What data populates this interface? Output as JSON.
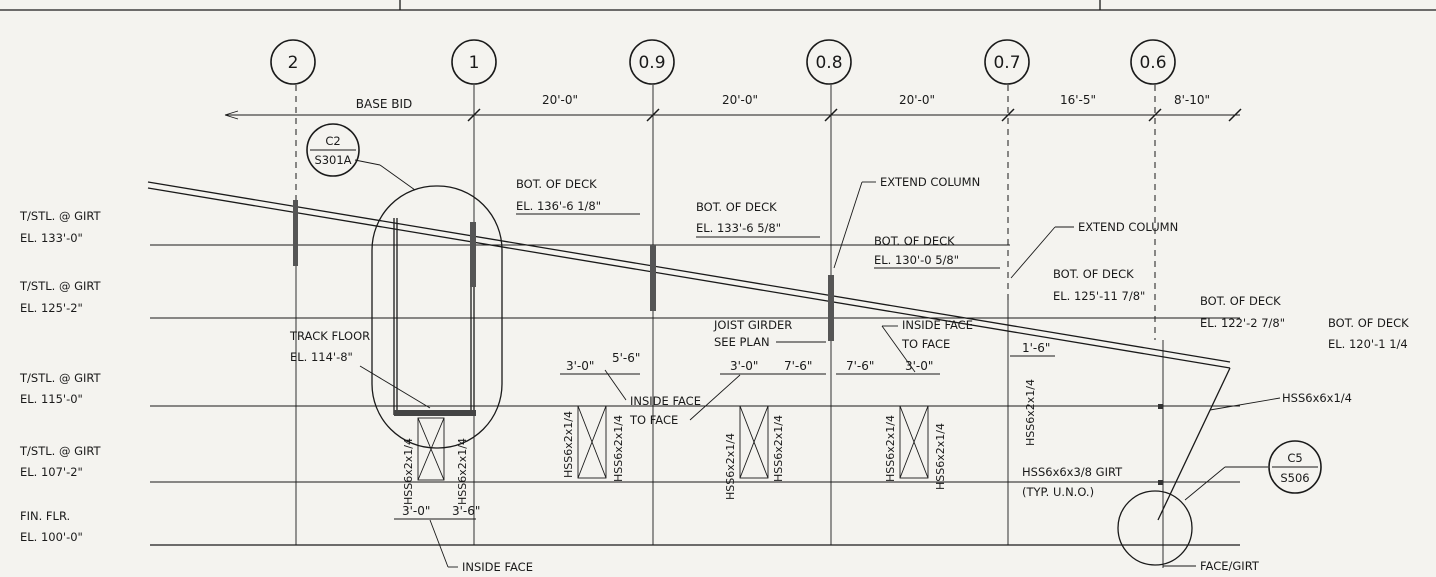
{
  "grid_lines": [
    {
      "id": "2",
      "label": "2"
    },
    {
      "id": "1",
      "label": "1"
    },
    {
      "id": "0.9",
      "label": "0.9"
    },
    {
      "id": "0.8",
      "label": "0.8"
    },
    {
      "id": "0.7",
      "label": "0.7"
    },
    {
      "id": "0.6",
      "label": "0.6"
    }
  ],
  "dimensions": {
    "base_bid": "BASE BID",
    "d1": "20'-0\"",
    "d2": "20'-0\"",
    "d3": "20'-0\"",
    "d4": "16'-5\"",
    "d5": "8'-10\""
  },
  "elevations": [
    {
      "line1": "T/STL. @ GIRT",
      "line2": "EL. 133'-0\""
    },
    {
      "line1": "T/STL. @ GIRT",
      "line2": "EL. 125'-2\""
    },
    {
      "line1": "T/STL. @ GIRT",
      "line2": "EL. 115'-0\""
    },
    {
      "line1": "T/STL. @ GIRT",
      "line2": "EL. 107'-2\""
    },
    {
      "line1": "FIN. FLR.",
      "line2": "EL. 100'-0\""
    }
  ],
  "callouts": {
    "c2": {
      "top": "C2",
      "bottom": "S301A"
    },
    "c5": {
      "top": "C5",
      "bottom": "S506"
    }
  },
  "notes": {
    "deck1_a": "BOT. OF DECK",
    "deck1_b": "EL. 136'-6 1/8\"",
    "deck2_a": "BOT. OF DECK",
    "deck2_b": "EL. 133'-6 5/8\"",
    "deck3_a": "BOT. OF DECK",
    "deck3_b": "EL. 130'-0 5/8\"",
    "deck4_a": "BOT. OF DECK",
    "deck4_b": "EL. 125'-11 7/8\"",
    "deck5_a": "BOT. OF DECK",
    "deck5_b": "EL. 122'-2 7/8\"",
    "deck6_a": "BOT. OF DECK",
    "deck6_b": "EL. 120'-1 1/4",
    "extend1": "EXTEND COLUMN",
    "extend2": "EXTEND COLUMN",
    "track_a": "TRACK FLOOR",
    "track_b": "EL. 114'-8\"",
    "joist_a": "JOIST GIRDER",
    "joist_b": "SEE PLAN",
    "inside_face_a1": "INSIDE FACE",
    "inside_face_a2": "TO FACE",
    "inside_face_b1": "INSIDE FACE",
    "inside_face_b2": "TO FACE",
    "inside_face_c": "INSIDE FACE",
    "face_girt": "FACE/GIRT",
    "girt_a": "HSS6x6x3/8  GIRT",
    "girt_b": "(TYP. U.N.O.)",
    "hss_diag": "HSS6x6x1/4",
    "dim_3_0_a": "3'-0\"",
    "dim_5_6": "5'-6\"",
    "dim_3_0_b": "3'-0\"",
    "dim_7_6_a": "7'-6\"",
    "dim_7_6_b": "7'-6\"",
    "dim_3_0_c": "3'-0\"",
    "dim_1_6": "1'-6\"",
    "dim_3_0_d": "3'-0\"",
    "dim_3_6": "3'-6\""
  },
  "members": {
    "m1": "HSS6x2x1/4",
    "m2": "HSS6x2x1/4",
    "m3": "HSS6x2x1/4",
    "m4": "HSS6x2x1/4",
    "m5": "HSS6x2x1/4",
    "m6": "HSS6x2x1/4",
    "m7": "HSS6x2x1/4",
    "m8": "HSS6x2x1/4",
    "m9": "HSS6x2x1/4"
  }
}
